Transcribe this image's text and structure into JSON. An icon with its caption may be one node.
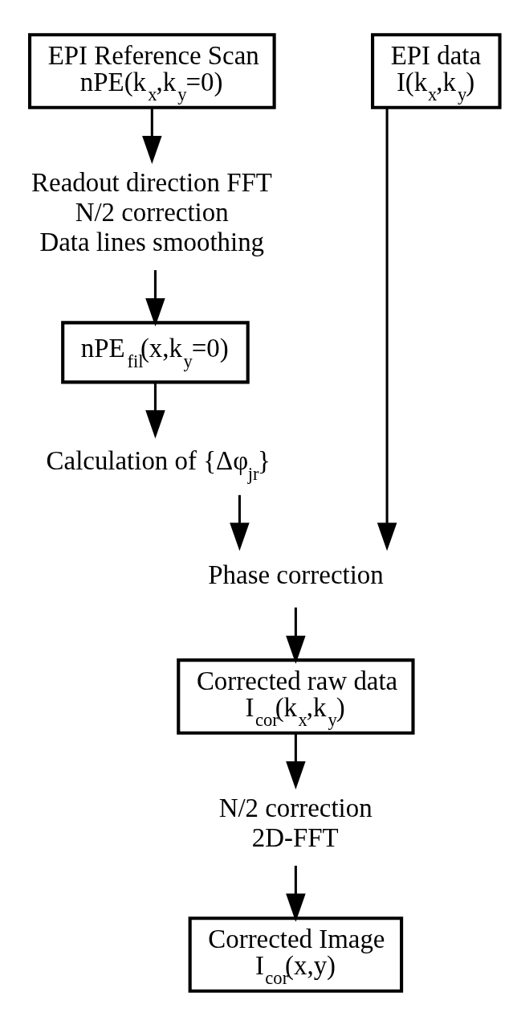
{
  "diagram": {
    "nodes": [
      {
        "text": [
          "EPI Reference Scan",
          "nPE(k$_{x}$,k$_{y}$=0)"
        ]
      },
      {
        "text": [
          "EPI data",
          "I(k$_{x}$,k$_{y}$)"
        ]
      },
      {
        "text": [
          "Readout direction FFT",
          "N/2 correction",
          "Data lines smoothing"
        ]
      },
      {
        "text": [
          "nPE$_{fil}$(x,k$_{y}$=0)"
        ]
      },
      {
        "text": [
          "Calculation of {Δφ$_{jr}$}"
        ]
      },
      {
        "text": [
          "Phase correction"
        ]
      },
      {
        "text": [
          "Corrected raw data",
          "I$_{cor}$(k$_{x}$,k$_{y}$)"
        ]
      },
      {
        "text": [
          "N/2 correction",
          "2D-FFT"
        ]
      },
      {
        "text": [
          "Corrected Image",
          "I$_{cor}$(x,y)"
        ]
      }
    ],
    "edges": [
      {
        "from": 0,
        "to": 2,
        "arrow": "to"
      },
      {
        "from": 2,
        "to": 3,
        "arrow": "to"
      },
      {
        "from": 3,
        "to": 4,
        "arrow": "to"
      },
      {
        "from": 4,
        "to": 5,
        "arrow": "to"
      },
      {
        "from": 1,
        "to": 5,
        "arrow": "to"
      },
      {
        "from": 5,
        "to": 6,
        "arrow": "to"
      },
      {
        "from": 6,
        "to": 7,
        "arrow": "to"
      },
      {
        "from": 7,
        "to": 8,
        "arrow": "to"
      }
    ]
  }
}
